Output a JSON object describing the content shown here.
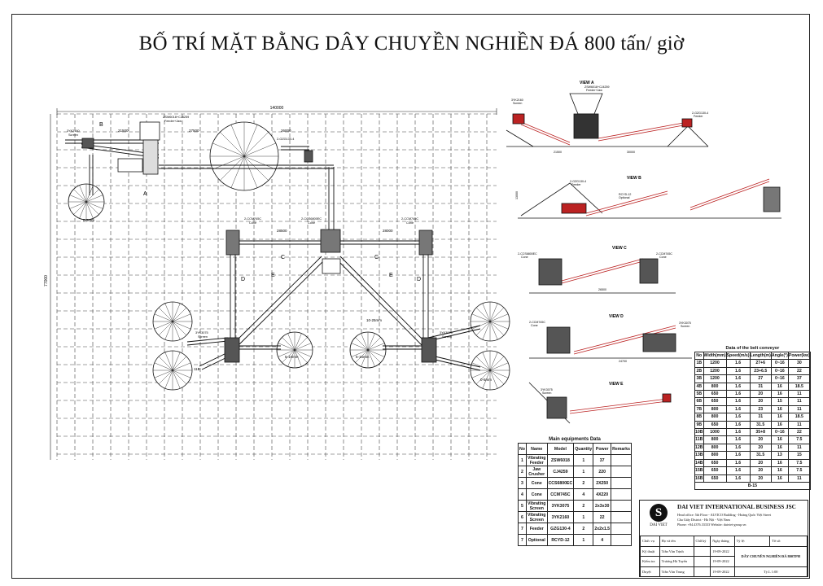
{
  "title": "BỐ TRÍ MẶT BẰNG DÂY CHUYỀN NGHIỀN ĐÁ 800 tấn/ giờ",
  "plan": {
    "overall_dim": "140000",
    "height_dim": "77000",
    "dims": [
      "21500",
      "27500",
      "26000",
      "28500",
      "28000"
    ],
    "area_labels": [
      "A",
      "B",
      "C",
      "C",
      "D",
      "D",
      "E",
      "E"
    ],
    "equipment_labels": {
      "screen_top": "3YK2160",
      "screen_top_sub": "Screen",
      "feeder": "ZSW6018+CJ4259",
      "feeder_sub": "Feeder+Jaw",
      "cone_mid": "2-CCS6800EC",
      "cone_mid_sub": "Cone",
      "cone_left": "2-CCM745C",
      "cone_left_sub": "Cone",
      "cone_right": "2-CCM745C",
      "cone_right_sub": "Cone",
      "screen_left": "3YK3075",
      "screen_right": "3YK3075",
      "screen_sub": "Screen",
      "feeder_b": "2-GZG130-4"
    },
    "product_labels": [
      "0-5mm",
      "5-10mm",
      "10-25mm",
      "5-16mm",
      "0-5mm",
      "11B"
    ]
  },
  "views": {
    "a": "VIEW A",
    "b": "VIEW B",
    "c": "VIEW C",
    "d": "VIEW D",
    "e": "VIEW E",
    "a_labels": [
      "ZSW6018+CJ4259",
      "Feeder+Jaw",
      "3YK2160",
      "Screen",
      "2-GZG130-4",
      "Feeder",
      "21500",
      "30000"
    ],
    "b_labels": [
      "2-GZG130-4",
      "Feeder",
      "RCYD-12",
      "Optional",
      "13000"
    ],
    "c_labels": [
      "2-CCS6800EC",
      "Cone",
      "2-CCM745C",
      "Cone",
      "26500"
    ],
    "d_labels": [
      "2-CCM745C",
      "Cone",
      "3YK3075",
      "Screen",
      "24700"
    ],
    "e_labels": [
      "3YK3075",
      "Screen"
    ]
  },
  "equipment_table": {
    "caption": "Main equipments Data",
    "headers": [
      "No",
      "Name",
      "Model",
      "Quantity",
      "Power",
      "Remarks"
    ],
    "rows": [
      [
        "1",
        "Vibrating Feeder",
        "ZSW6018",
        "1",
        "37",
        ""
      ],
      [
        "2",
        "Jaw Crusher",
        "CJ4259",
        "1",
        "220",
        ""
      ],
      [
        "3",
        "Cone",
        "CCS6800EC",
        "2",
        "2X250",
        ""
      ],
      [
        "4",
        "Cone",
        "CCM745C",
        "4",
        "4X220",
        ""
      ],
      [
        "5",
        "Vibrating Screen",
        "3YK3075",
        "2",
        "2x3x30",
        ""
      ],
      [
        "6",
        "Vibrating Screen",
        "3YK2160",
        "1",
        "22",
        ""
      ],
      [
        "7",
        "Feeder",
        "GZG130-4",
        "2",
        "2x2x1.5",
        ""
      ],
      [
        "7",
        "Optional",
        "RCYD-12",
        "1",
        "4",
        ""
      ]
    ]
  },
  "belt_table": {
    "caption": "Data of the belt conveyor",
    "headers": [
      "No",
      "Width(mm)",
      "Speed(m/s)",
      "Length(m)",
      "Angle(°)",
      "Power(kw)"
    ],
    "rows": [
      [
        "1B",
        "1200",
        "1.6",
        "27+6",
        "0~16",
        "30"
      ],
      [
        "2B",
        "1200",
        "1.6",
        "23+6.5",
        "0~16",
        "22"
      ],
      [
        "3B",
        "1200",
        "1.6",
        "27",
        "0~16",
        "37"
      ],
      [
        "4B",
        "800",
        "1.6",
        "31",
        "16",
        "18.5"
      ],
      [
        "5B",
        "650",
        "1.6",
        "20",
        "16",
        "11"
      ],
      [
        "6B",
        "650",
        "1.6",
        "20",
        "15",
        "11"
      ],
      [
        "7B",
        "800",
        "1.6",
        "23",
        "16",
        "11"
      ],
      [
        "8B",
        "800",
        "1.6",
        "31",
        "16",
        "18.5"
      ],
      [
        "9B",
        "650",
        "1.6",
        "31.5",
        "16",
        "11"
      ],
      [
        "10B",
        "1000",
        "1.6",
        "35+8",
        "0~16",
        "22"
      ],
      [
        "11B",
        "800",
        "1.6",
        "20",
        "16",
        "7.5"
      ],
      [
        "12B",
        "800",
        "1.6",
        "20",
        "16",
        "11"
      ],
      [
        "13B",
        "800",
        "1.6",
        "31.5",
        "13",
        "15"
      ],
      [
        "14B",
        "650",
        "1.6",
        "20",
        "16",
        "7.5"
      ],
      [
        "15B",
        "650",
        "1.6",
        "20",
        "16",
        "7.5"
      ],
      [
        "16B",
        "650",
        "1.6",
        "20",
        "16",
        "11"
      ]
    ],
    "total": "B-15"
  },
  "title_block": {
    "company": "DAI VIET INTERNATIONAL BUSINESS JSC",
    "logo_caption": "DAI VIET",
    "address1": "Head office: 5th Floor - ALVICO Building - Hoàng Quốc Việt Street",
    "address2": "Cầu Giấy District - Hà Nội - Việt Nam",
    "contact": "Phone: +84.4376.33333   Website: daiviet-group.vn",
    "row_headers": [
      "Chức vụ",
      "Họ và tên",
      "Chữ ký",
      "Ngày tháng",
      "Tỷ lệ:",
      "Tờ số:"
    ],
    "rows": [
      [
        "Kỹ thuật",
        "Trần Văn Trịnh",
        "",
        "19-09-2022"
      ],
      [
        "Kiểm tra",
        "Trương Hà Tuyển",
        "",
        "19-09-2022"
      ],
      [
        "Duyệt",
        "Trần Văn Trung",
        "",
        "19-09-2022"
      ]
    ],
    "drawing_name": "DÂY CHUYỀN NGHIỀN ĐÁ 800TPH",
    "scale": "Tỷ.L 1:00"
  }
}
